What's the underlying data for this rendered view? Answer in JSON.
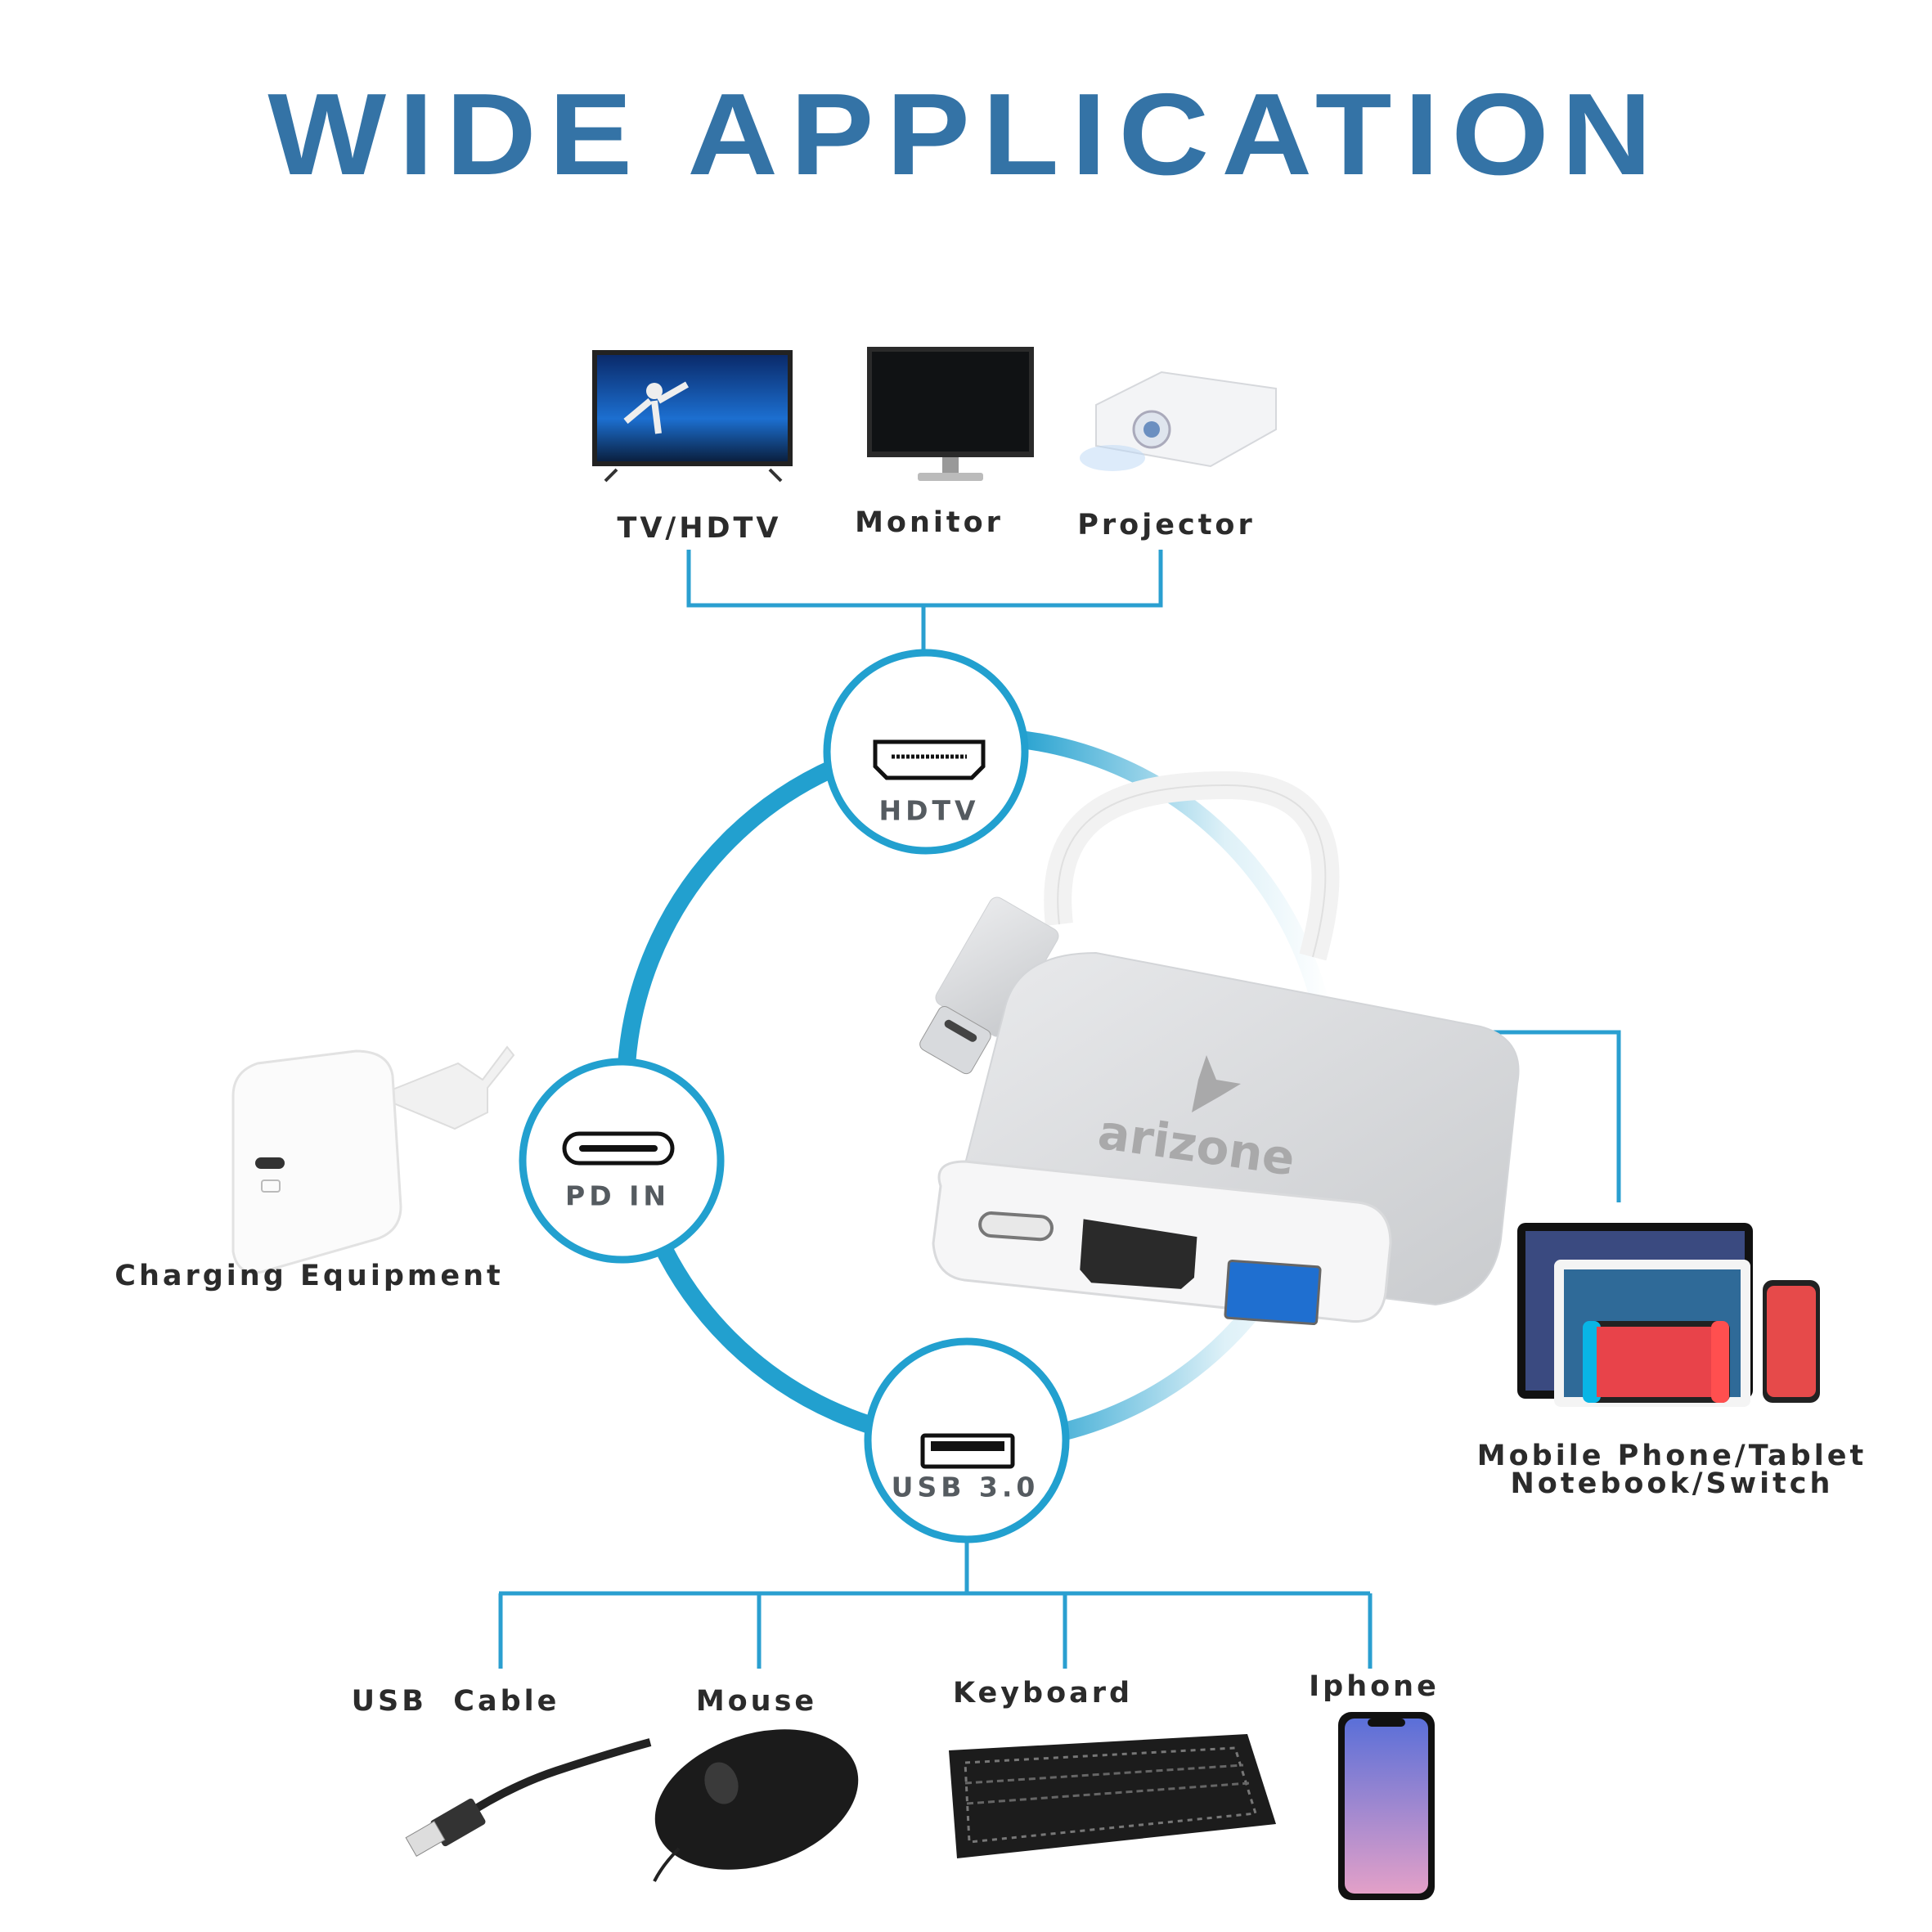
{
  "title": "WIDE APPLICATION",
  "top_devices": [
    {
      "label": "TV/HDTV",
      "icon": "tv-icon"
    },
    {
      "label": "Monitor",
      "icon": "monitor-icon"
    },
    {
      "label": "Projector",
      "icon": "projector-icon"
    }
  ],
  "ports": {
    "hdtv": "HDTV",
    "pd_in": "PD IN",
    "usb": "USB 3.0"
  },
  "charging": {
    "label": "Charging Equipment"
  },
  "mobile": {
    "line1": "Mobile Phone/Tablet",
    "line2": "Notebook/Switch"
  },
  "brand": "arizone",
  "bottom_devices": [
    {
      "label": "USB  Cable",
      "icon": "usb-cable-icon"
    },
    {
      "label": "Mouse",
      "icon": "mouse-icon"
    },
    {
      "label": "Keyboard",
      "icon": "keyboard-icon"
    },
    {
      "label": "Iphone",
      "icon": "iphone-icon"
    }
  ],
  "colors": {
    "title": "#3473a6",
    "accent": "#22a0cf",
    "line": "#2a9fd0"
  }
}
